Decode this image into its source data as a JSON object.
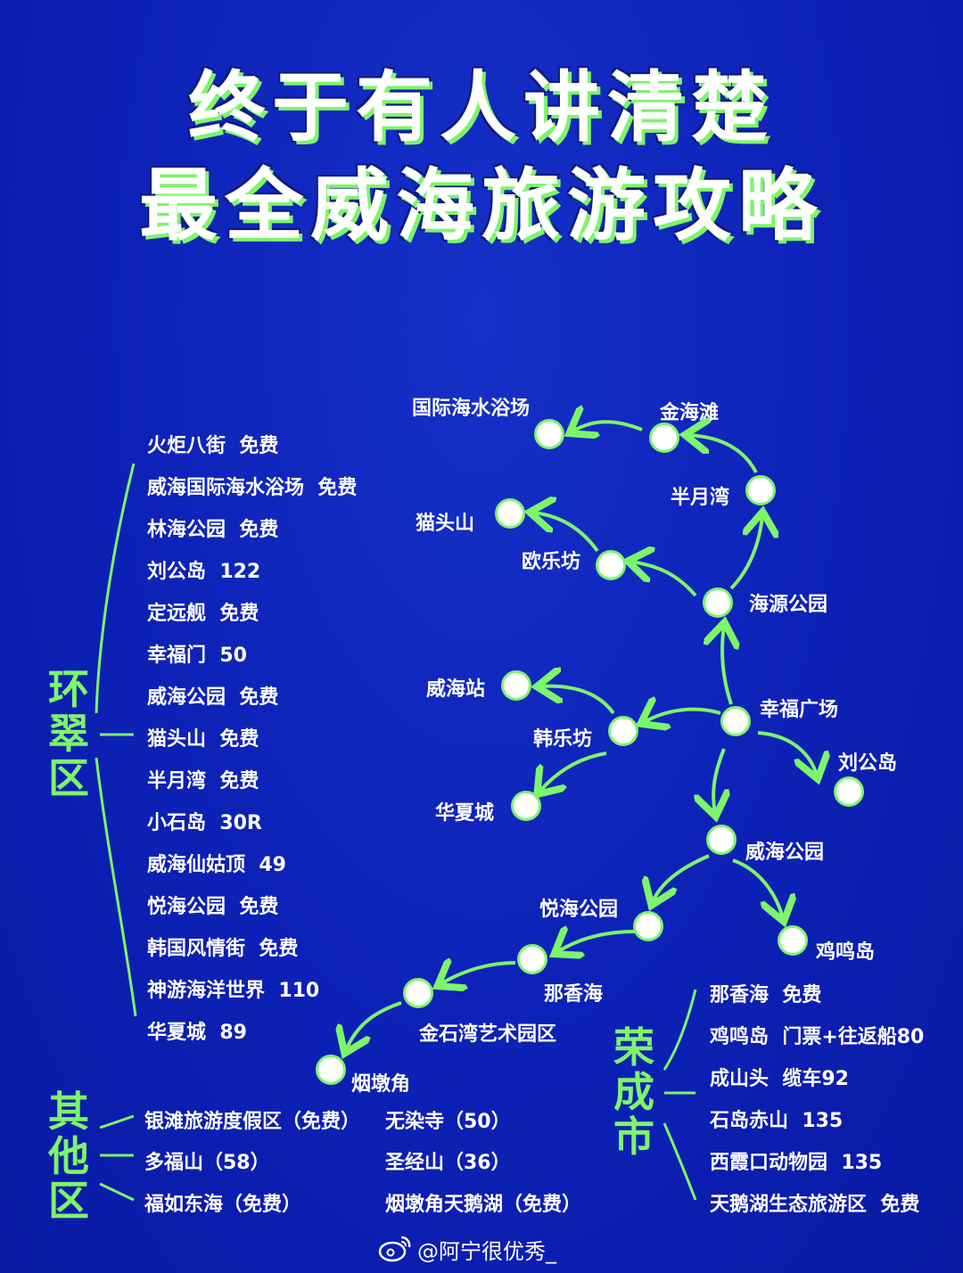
{
  "title": {
    "line1": "终于有人讲清楚",
    "line2": "最全威海旅游攻略"
  },
  "huancui": {
    "label": "环翠区",
    "items": [
      "火炬八街  免费",
      "威海国际海水浴场  免费",
      "林海公园  免费",
      "刘公岛  122",
      "定远舰  免费",
      "幸福门  50",
      "威海公园  免费",
      "猫头山  免费",
      "半月湾  免费",
      "小石岛  30R",
      "威海仙姑顶  49",
      "悦海公园  免费",
      "韩国风情街  免费",
      "神游海洋世界  110",
      "华夏城  89"
    ]
  },
  "other": {
    "label": "其他区",
    "left": [
      "银滩旅游度假区（免费）",
      "多福山（58）",
      "福如东海（免费）"
    ],
    "right": [
      "无染寺（50）",
      "圣经山（36）",
      "烟墩角天鹅湖（免费）"
    ]
  },
  "rongcheng": {
    "label": "荣成市",
    "items": [
      "那香海  免费",
      "鸡鸣岛  门票+往返船80",
      "成山头  缆车92",
      "石岛赤山  135",
      "西霞口动物园  135",
      "天鹅湖生态旅游区  免费"
    ]
  },
  "route_nodes": {
    "guoji": "国际海水浴场",
    "jinhaitan": "金海滩",
    "banyuewan": "半月湾",
    "maotoushan": "猫头山",
    "oulefang": "欧乐坊",
    "haiyuan": "海源公园",
    "weihaizhan": "威海站",
    "xingfu": "幸福广场",
    "hanlefang": "韩乐坊",
    "liugongdao": "刘公岛",
    "huaxiacheng": "华夏城",
    "weihaigongyuan": "威海公园",
    "yuehai": "悦海公园",
    "jimingdao": "鸡鸣岛",
    "naxianghai": "那香海",
    "jinshiwan": "金石湾艺术园区",
    "yandunjiao": "烟墩角"
  },
  "watermark": "@阿宁很优秀_",
  "colors": {
    "background": "#0d21b6",
    "accent": "#7cf56a",
    "text": "#ffffff"
  }
}
